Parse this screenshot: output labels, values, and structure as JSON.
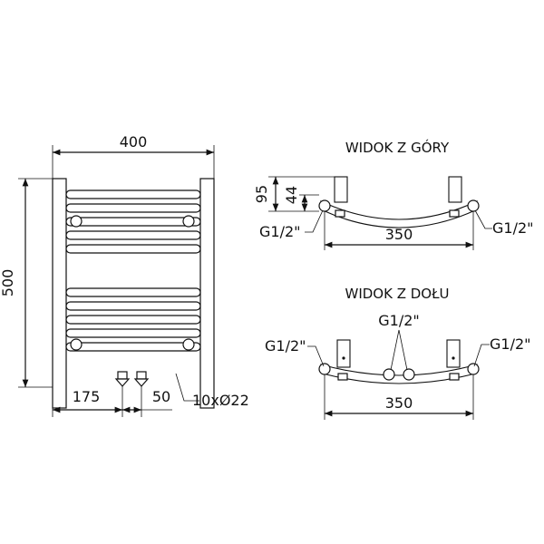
{
  "front_view": {
    "width_label": "400",
    "height_label": "500",
    "left_offset_label": "175",
    "spacing_label": "50",
    "pipes_label": "10xØ22"
  },
  "top_view": {
    "title": "WIDOK Z GÓRY",
    "depth_label": "95",
    "inner_depth_label": "44",
    "left_thread_label": "G1/2\"",
    "right_thread_label": "G1/2\"",
    "width_label": "350"
  },
  "bottom_view": {
    "title": "WIDOK Z DOŁU",
    "left_thread_label": "G1/2\"",
    "center_thread_label": "G1/2\"",
    "right_thread_label": "G1/2\"",
    "width_label": "350"
  }
}
